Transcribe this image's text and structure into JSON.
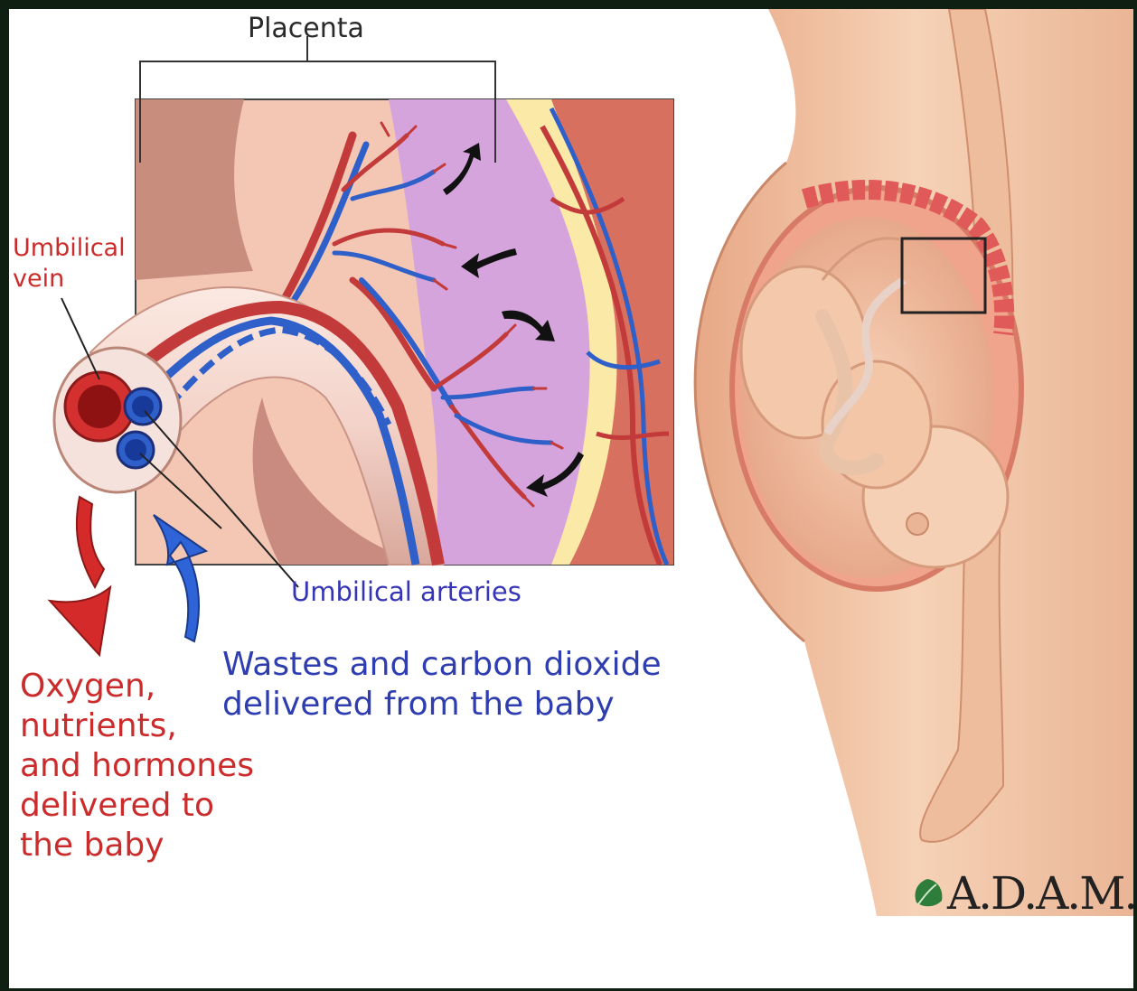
{
  "labels": {
    "placenta": "Placenta",
    "umbilical_vein": "Umbilical\nvein",
    "umbilical_arteries": "Umbilical arteries",
    "wastes": "Wastes and carbon dioxide\ndelivered from the baby",
    "oxygen": "Oxygen,\nnutrients,\nand hormones\ndelivered to\nthe baby"
  },
  "logo": {
    "text": "A.D.A.M.",
    "icon": "leaf-icon"
  },
  "colors": {
    "vein_red": "#cc2b2b",
    "artery_blue": "#2f5fc8",
    "label_blue": "#2e3db0",
    "skin": "#f2c7a5",
    "placenta_purple": "#d9a6d9",
    "tissue_pink": "#f0b4a4"
  }
}
